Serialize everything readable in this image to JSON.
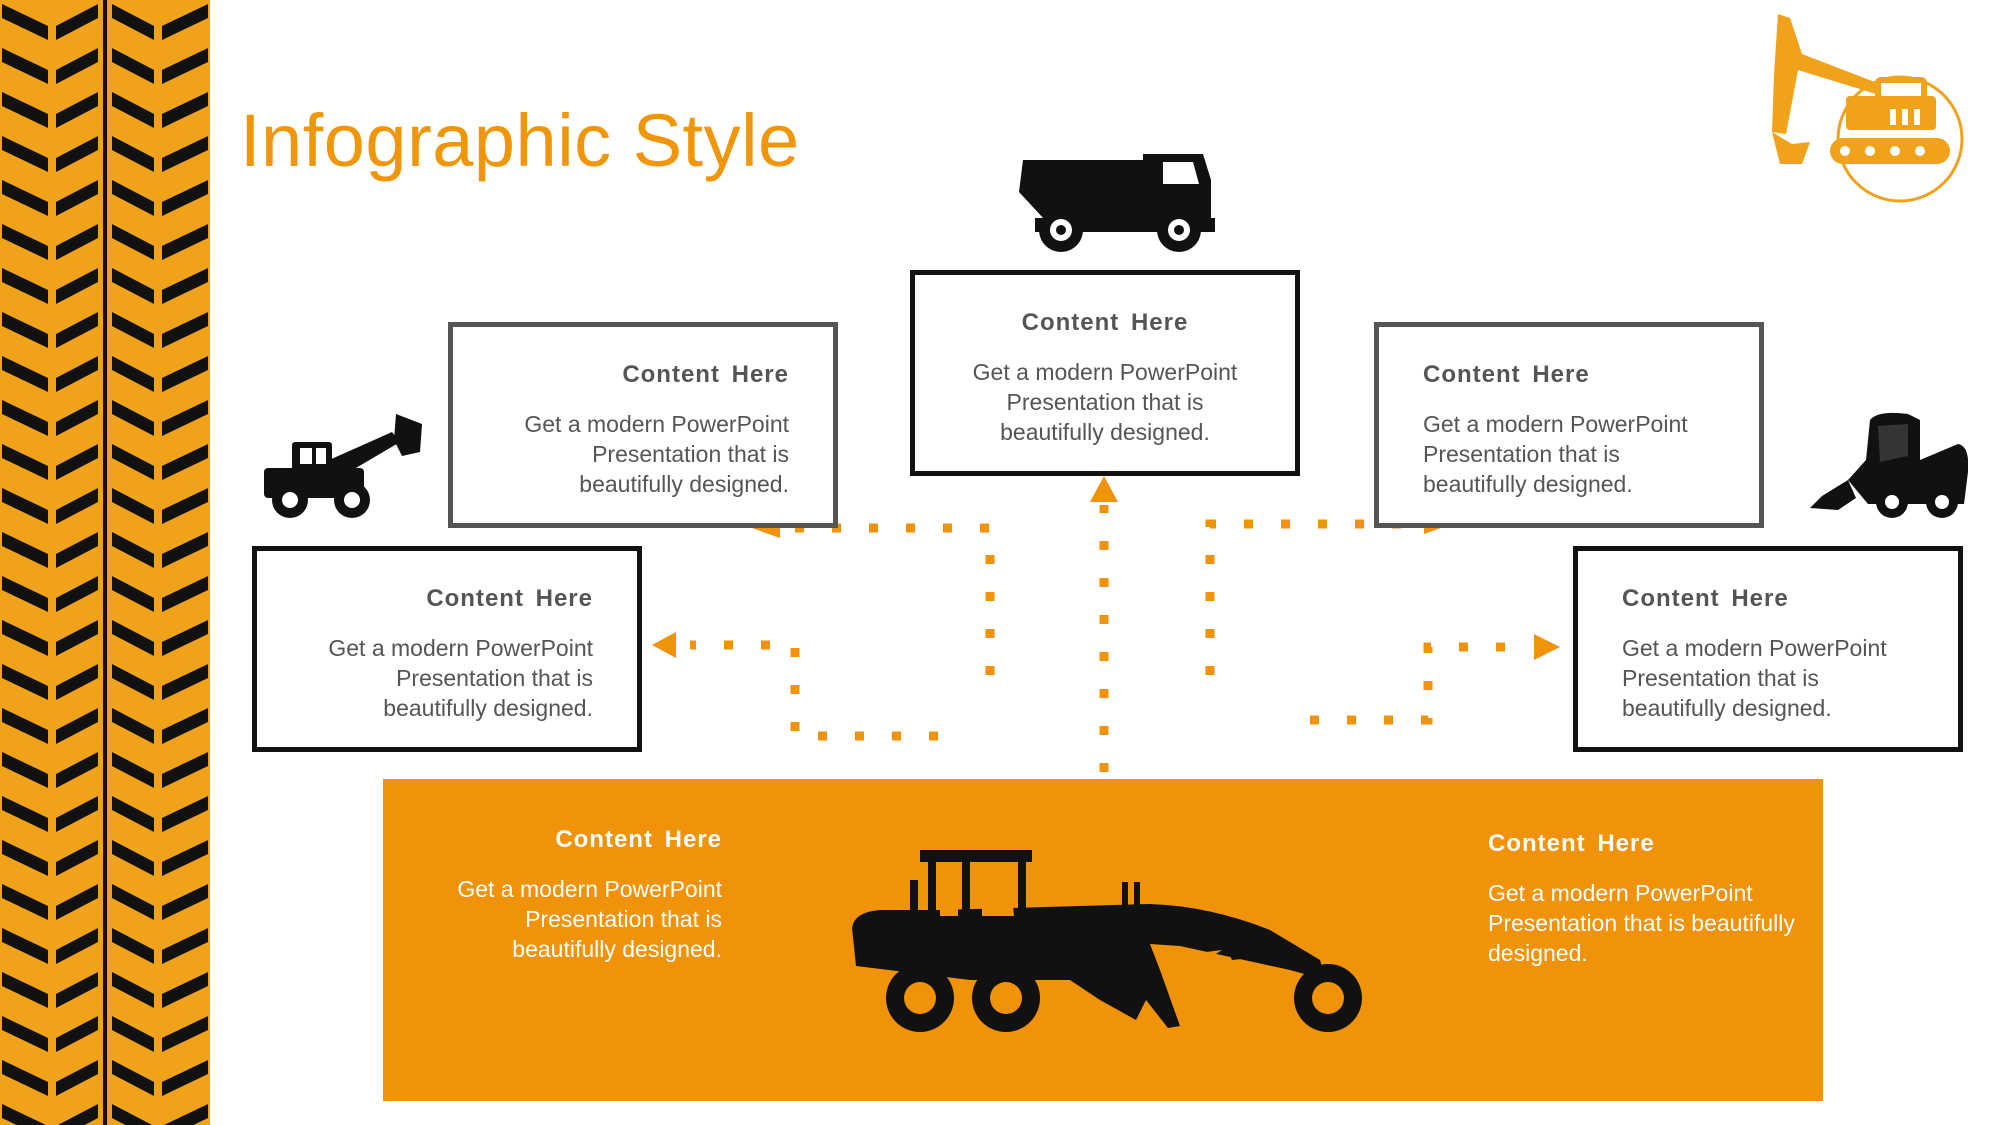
{
  "slide": {
    "title": "Infographic Style"
  },
  "colors": {
    "accent": "#f0920a",
    "title": "#f0960a",
    "text": "#555555",
    "silhouette": "#111111"
  },
  "boxes": {
    "top_center": {
      "heading": "Content  Here",
      "body": "Get a modern PowerPoint Presentation that is beautifully designed."
    },
    "upper_left": {
      "heading": "Content  Here",
      "body": "Get a modern PowerPoint Presentation that is beautifully designed."
    },
    "upper_right": {
      "heading": "Content  Here",
      "body": "Get a modern PowerPoint Presentation that is beautifully designed."
    },
    "lower_left": {
      "heading": "Content  Here",
      "body": "Get a modern PowerPoint Presentation that is beautifully designed."
    },
    "lower_right": {
      "heading": "Content  Here",
      "body": "Get a modern PowerPoint Presentation that is beautifully designed."
    }
  },
  "banner": {
    "left": {
      "heading": "Content  Here",
      "body": "Get a modern PowerPoint Presentation that is beautifully designed."
    },
    "right": {
      "heading": "Content  Here",
      "body": "Get a modern PowerPoint Presentation that is beautifully designed."
    }
  },
  "icons": [
    "tire-track-icon",
    "excavator-logo-icon",
    "dump-truck-icon",
    "telehandler-icon",
    "skid-steer-icon",
    "motor-grader-icon",
    "arrow-icon"
  ]
}
